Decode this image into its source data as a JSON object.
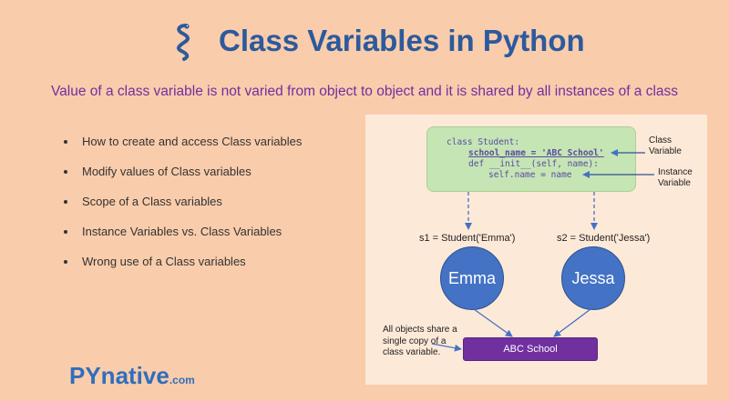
{
  "header": {
    "title": "Class Variables in Python",
    "subtitle": "Value of a class variable is not varied from object to object and it is shared by all instances of a class",
    "logo_icon": "python-snake-icon"
  },
  "topics": [
    "How to create and access Class variables",
    "Modify values of Class variables",
    "Scope of a Class variables",
    "Instance Variables vs. Class Variables",
    "Wrong use of a Class variables"
  ],
  "diagram": {
    "code": {
      "line1": "class Student:",
      "line2": "school_name = 'ABC School'",
      "line3": "def __init__(self, name):",
      "line4": "self.name = name"
    },
    "class_variable_label": "Class\nVariable",
    "instance_variable_label": "Instance\nVariable",
    "object1": {
      "constructor": "s1 = Student('Emma')",
      "name": "Emma"
    },
    "object2": {
      "constructor": "s2 = Student('Jessa')",
      "name": "Jessa"
    },
    "share_note": "All objects share a\nsingle copy of a\nclass variable.",
    "shared_value": "ABC School"
  },
  "brand": {
    "name": "PYnative",
    "suffix": ".com"
  },
  "colors": {
    "background": "#f9ccab",
    "title": "#2c5a9c",
    "subtitle": "#7030a0",
    "code_box": "#c5e5b5",
    "circle": "#4472c4",
    "shared_box": "#7030a0"
  }
}
